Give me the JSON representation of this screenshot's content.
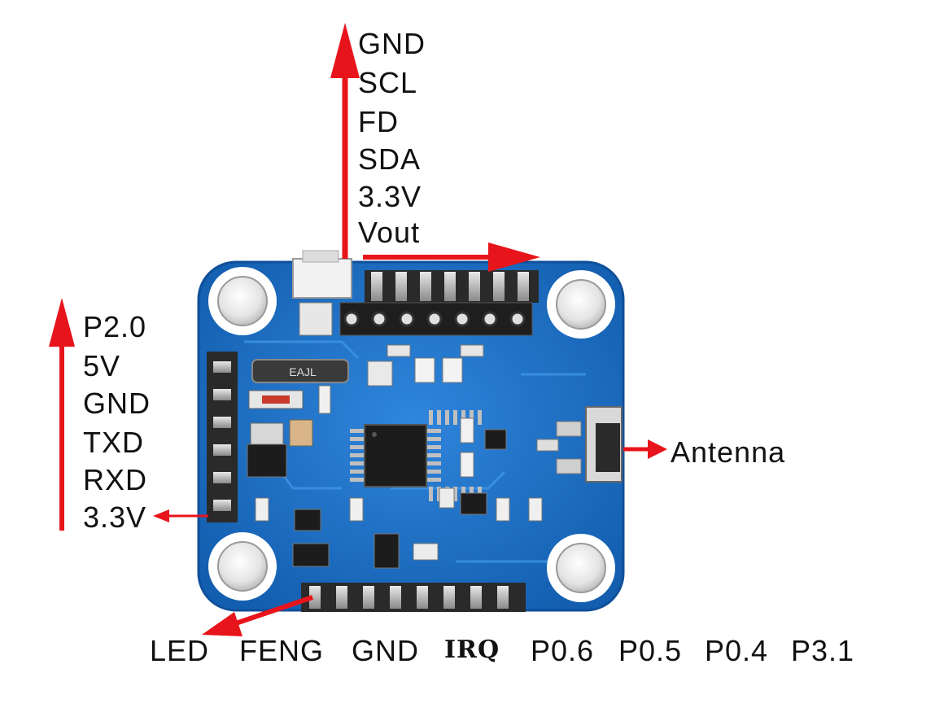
{
  "top_header": {
    "labels": [
      "GND",
      "SCL",
      "FD",
      "SDA",
      "3.3V",
      "Vout"
    ]
  },
  "left_header": {
    "labels": [
      "P2.0",
      "5V",
      "GND",
      "TXD",
      "RXD",
      "3.3V"
    ]
  },
  "right_connector": {
    "label": "Antenna"
  },
  "bottom_header": {
    "labels": [
      "LED",
      "FENG",
      "GND",
      "IRQ",
      "P0.6",
      "P0.5",
      "P0.4",
      "P3.1"
    ]
  },
  "chip_marking": "EAJL",
  "colors": {
    "board": "#1b6fc7",
    "board_dark": "#0f4f9a",
    "arrow": "#e8141b",
    "header": "#2a2a2a"
  }
}
